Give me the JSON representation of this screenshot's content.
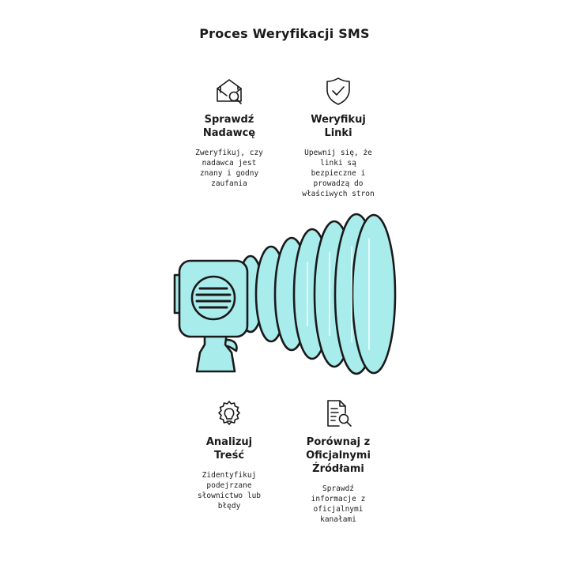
{
  "title": "Proces Weryfikacji SMS",
  "colors": {
    "megaphone_fill": "#a9ecec",
    "stroke": "#1a1a1a"
  },
  "steps": [
    {
      "icon": "envelope-search-icon",
      "title": "Sprawdź\nNadawcę",
      "description": "Zweryfikuj, czy\nnadawca jest\nznany i godny\nzaufania"
    },
    {
      "icon": "shield-check-icon",
      "title": "Weryfikuj\nLinki",
      "description": "Upewnij się, że\nlinki są\nbezpieczne i\nprowadzą do\nwłaściwych stron"
    },
    {
      "icon": "lightbulb-gear-icon",
      "title": "Analizuj\nTreść",
      "description": "Zidentyfikuj\npodejrzane\nsłownictwo lub\nbłędy"
    },
    {
      "icon": "document-search-icon",
      "title": "Porównaj z\nOficjalnymi\nŹródłami",
      "description": "Sprawdź\ninformacje z\noficjalnymi\nkanałami"
    }
  ]
}
